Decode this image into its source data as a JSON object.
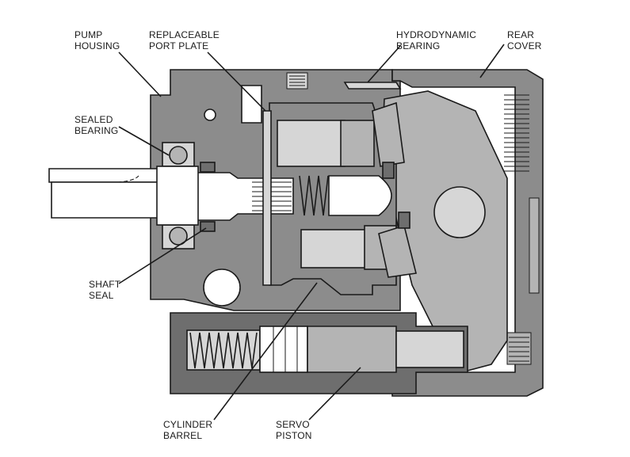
{
  "labels": {
    "pump_housing": [
      "PUMP",
      "HOUSING"
    ],
    "port_plate": [
      "REPLACEABLE",
      "PORT PLATE"
    ],
    "hydro_bearing": [
      "HYDRODYNAMIC",
      "BEARING"
    ],
    "rear_cover": [
      "REAR",
      "COVER"
    ],
    "sealed_bearing": [
      "SEALED",
      "BEARING"
    ],
    "shaft_seal": [
      "SHAFT",
      "SEAL"
    ],
    "cylinder_barrel": [
      "CYLINDER",
      "BARREL"
    ],
    "servo_piston": [
      "SERVO",
      "PISTON"
    ]
  },
  "colors": {
    "housing": "#8c8c8c",
    "housing_dark": "#6e6e6e",
    "light_part": "#d6d6d6",
    "mid_part": "#b4b4b4",
    "white": "#ffffff",
    "ink": "#1a1a1a"
  }
}
